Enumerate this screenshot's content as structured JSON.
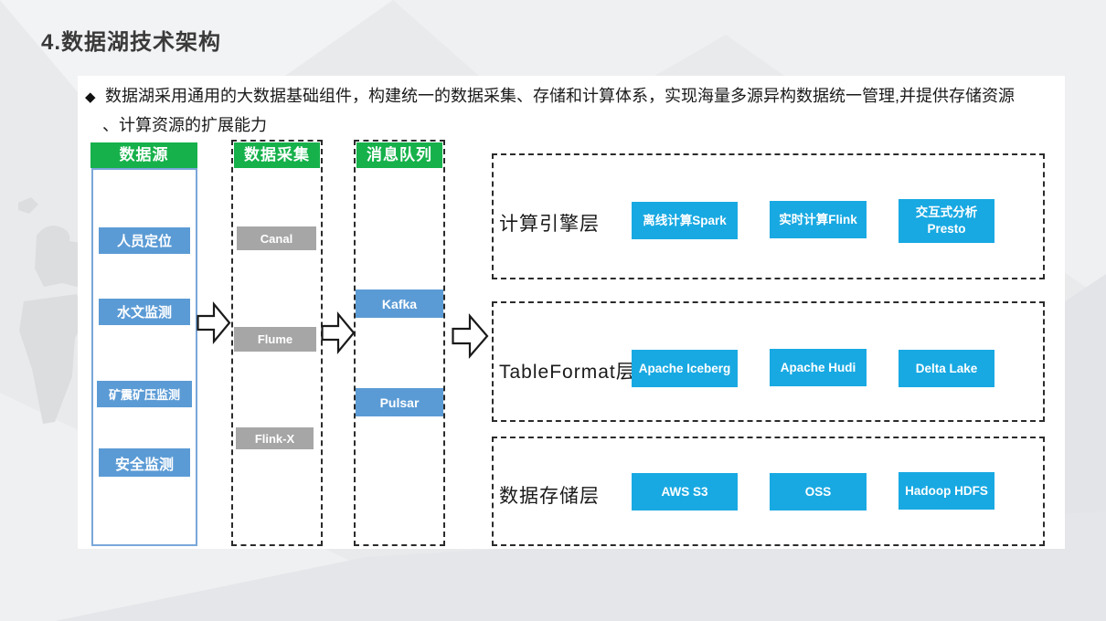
{
  "slide": {
    "title": "4.数据湖技术架构"
  },
  "intro": {
    "bullet": "◆",
    "line1": "数据湖采用通用的大数据基础组件，构建统一的数据采集、存储和计算体系，实现海量多源异构数据统一管理,并提供存储资源",
    "line2": "、计算资源的扩展能力"
  },
  "pipeline": {
    "columns": [
      {
        "header": "数据源",
        "items": [
          "人员定位",
          "水文监测",
          "矿震矿压监测",
          "安全监测"
        ]
      },
      {
        "header": "数据采集",
        "items": [
          "Canal",
          "Flume",
          "Flink-X"
        ]
      },
      {
        "header": "消息队列",
        "items": [
          "Kafka",
          "Pulsar"
        ]
      }
    ]
  },
  "layers": [
    {
      "label": "计算引擎层",
      "items": [
        "离线计算Spark",
        "实时计算Flink",
        "交互式分析\nPresto"
      ]
    },
    {
      "label": "TableFormat层",
      "items": [
        "Apache Iceberg",
        "Apache Hudi",
        "Delta Lake"
      ]
    },
    {
      "label": "数据存储层",
      "items": [
        "AWS S3",
        "OSS",
        "Hadoop HDFS"
      ]
    }
  ],
  "colors": {
    "header_green": "#16b14b",
    "source_blue": "#5b9bd5",
    "collector_gray": "#a6a6a6",
    "accent_cyan": "#18a9e2",
    "panel_white": "#ffffff",
    "background_gray": "#e9eaec"
  }
}
